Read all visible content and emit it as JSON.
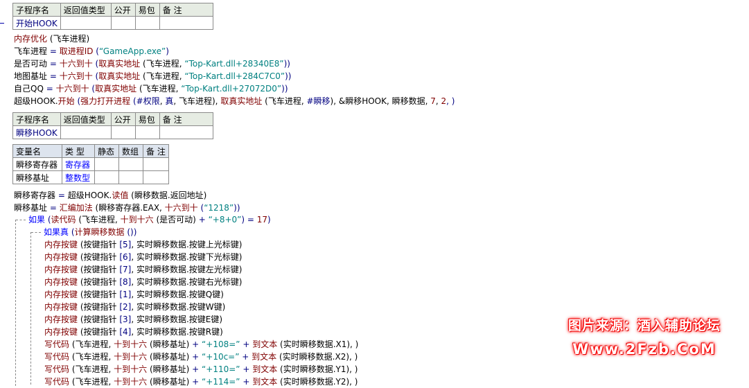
{
  "sub1": {
    "headers": [
      "子程序名",
      "返回值类型",
      "公开",
      "易包",
      "备 注"
    ],
    "name": "开始HOOK"
  },
  "sub2": {
    "headers": [
      "子程序名",
      "返回值类型",
      "公开",
      "易包",
      "备 注"
    ],
    "name": "瞬移HOOK"
  },
  "vars": {
    "headers": [
      "变量名",
      "类 型",
      "静态",
      "数组",
      "备 注"
    ],
    "rows": [
      {
        "name": "瞬移寄存器",
        "type": "寄存器"
      },
      {
        "name": "瞬移基址",
        "type": "整数型"
      }
    ]
  },
  "code1": [
    [
      [
        "内存优化",
        "k"
      ],
      [
        " (飞车进程)",
        "x"
      ]
    ],
    [
      [
        "飞车进程 ",
        "x"
      ],
      [
        "= ",
        "n"
      ],
      [
        "取进程ID",
        "k"
      ],
      [
        " (",
        "n"
      ],
      [
        "“GameApp.exe”",
        "s"
      ],
      [
        ")",
        "n"
      ]
    ],
    [
      [
        "是否可动 ",
        "x"
      ],
      [
        "= ",
        "n"
      ],
      [
        "十六到十",
        "k"
      ],
      [
        " (",
        "n"
      ],
      [
        "取真实地址",
        "k"
      ],
      [
        " (飞车进程, ",
        "x"
      ],
      [
        "“Top-Kart.dll+28340E8”",
        "s"
      ],
      [
        "))",
        "n"
      ]
    ],
    [
      [
        "地图基址 ",
        "x"
      ],
      [
        "= ",
        "n"
      ],
      [
        "十六到十",
        "k"
      ],
      [
        " (",
        "n"
      ],
      [
        "取真实地址",
        "k"
      ],
      [
        " (飞车进程, ",
        "x"
      ],
      [
        "“Top-Kart.dll+284C7C0”",
        "s"
      ],
      [
        "))",
        "n"
      ]
    ],
    [
      [
        "自己QQ ",
        "x"
      ],
      [
        "= ",
        "n"
      ],
      [
        "十六到十",
        "k"
      ],
      [
        " (",
        "n"
      ],
      [
        "取真实地址",
        "k"
      ],
      [
        " (飞车进程, ",
        "x"
      ],
      [
        "“Top-Kart.dll+27072D0”",
        "s"
      ],
      [
        "))",
        "n"
      ]
    ],
    [
      [
        "超级HOOK.",
        "x"
      ],
      [
        "开始",
        "k"
      ],
      [
        " (",
        "n"
      ],
      [
        "强力打开进程",
        "k"
      ],
      [
        " (",
        "n"
      ],
      [
        "#权限",
        "n"
      ],
      [
        ", ",
        "x"
      ],
      [
        "真",
        "n"
      ],
      [
        ", 飞车进程), ",
        "x"
      ],
      [
        "取真实地址",
        "k"
      ],
      [
        " (飞车进程, ",
        "x"
      ],
      [
        "#瞬移",
        "n"
      ],
      [
        "), &瞬移HOOK, 瞬移数据, ",
        "x"
      ],
      [
        "7",
        "k"
      ],
      [
        ", ",
        "x"
      ],
      [
        "2",
        "k"
      ],
      [
        ", )",
        "n"
      ]
    ]
  ],
  "code2": [
    [
      [
        "瞬移寄存器 ",
        "x"
      ],
      [
        "= ",
        "n"
      ],
      [
        "超级HOOK.",
        "x"
      ],
      [
        "读值",
        "k"
      ],
      [
        " (瞬移数据.返回地址)",
        "x"
      ]
    ],
    [
      [
        "瞬移基址 ",
        "x"
      ],
      [
        "= ",
        "n"
      ],
      [
        "汇编加法",
        "k"
      ],
      [
        " (瞬移寄存器.EAX, ",
        "x"
      ],
      [
        "十六到十",
        "k"
      ],
      [
        " (",
        "n"
      ],
      [
        "“1218”",
        "s"
      ],
      [
        "))",
        "n"
      ]
    ]
  ],
  "if1": [
    [
      "如果",
      "b"
    ],
    [
      " (",
      "n"
    ],
    [
      "读代码",
      "k"
    ],
    [
      " (飞车进程, ",
      "x"
    ],
    [
      "十到十六",
      "k"
    ],
    [
      " (是否可动) ",
      "x"
    ],
    [
      "+ ",
      "n"
    ],
    [
      "“+8+0”",
      "s"
    ],
    [
      ") = ",
      "n"
    ],
    [
      "17",
      "k"
    ],
    [
      ")",
      "n"
    ]
  ],
  "if2": [
    [
      "如果真",
      "b"
    ],
    [
      " (",
      "n"
    ],
    [
      "计算瞬移数据",
      "k"
    ],
    [
      " ())",
      "n"
    ]
  ],
  "body": [
    [
      [
        "内存按键",
        "k"
      ],
      [
        " (按键指针 ",
        "x"
      ],
      [
        "[5]",
        "n"
      ],
      [
        ", 实时瞬移数据.按键上光标键)",
        "x"
      ]
    ],
    [
      [
        "内存按键",
        "k"
      ],
      [
        " (按键指针 ",
        "x"
      ],
      [
        "[6]",
        "n"
      ],
      [
        ", 实时瞬移数据.按键下光标键)",
        "x"
      ]
    ],
    [
      [
        "内存按键",
        "k"
      ],
      [
        " (按键指针 ",
        "x"
      ],
      [
        "[7]",
        "n"
      ],
      [
        ", 实时瞬移数据.按键左光标键)",
        "x"
      ]
    ],
    [
      [
        "内存按键",
        "k"
      ],
      [
        " (按键指针 ",
        "x"
      ],
      [
        "[8]",
        "n"
      ],
      [
        ", 实时瞬移数据.按键右光标键)",
        "x"
      ]
    ],
    [
      [
        "内存按键",
        "k"
      ],
      [
        " (按键指针 ",
        "x"
      ],
      [
        "[1]",
        "n"
      ],
      [
        ", 实时瞬移数据.按键Q键)",
        "x"
      ]
    ],
    [
      [
        "内存按键",
        "k"
      ],
      [
        " (按键指针 ",
        "x"
      ],
      [
        "[2]",
        "n"
      ],
      [
        ", 实时瞬移数据.按键W键)",
        "x"
      ]
    ],
    [
      [
        "内存按键",
        "k"
      ],
      [
        " (按键指针 ",
        "x"
      ],
      [
        "[3]",
        "n"
      ],
      [
        ", 实时瞬移数据.按键E键)",
        "x"
      ]
    ],
    [
      [
        "内存按键",
        "k"
      ],
      [
        " (按键指针 ",
        "x"
      ],
      [
        "[4]",
        "n"
      ],
      [
        ", 实时瞬移数据.按键R键)",
        "x"
      ]
    ],
    [
      [
        "写代码",
        "k"
      ],
      [
        " (飞车进程, ",
        "x"
      ],
      [
        "十到十六",
        "k"
      ],
      [
        " (瞬移基址) ",
        "x"
      ],
      [
        "+ ",
        "n"
      ],
      [
        "“+108=”",
        "s"
      ],
      [
        " + ",
        "n"
      ],
      [
        "到文本",
        "k"
      ],
      [
        " (实时瞬移数据.X1), )",
        "x"
      ]
    ],
    [
      [
        "写代码",
        "k"
      ],
      [
        " (飞车进程, ",
        "x"
      ],
      [
        "十到十六",
        "k"
      ],
      [
        " (瞬移基址) ",
        "x"
      ],
      [
        "+ ",
        "n"
      ],
      [
        "“+10c=”",
        "s"
      ],
      [
        " + ",
        "n"
      ],
      [
        "到文本",
        "k"
      ],
      [
        " (实时瞬移数据.X2), )",
        "x"
      ]
    ],
    [
      [
        "写代码",
        "k"
      ],
      [
        " (飞车进程, ",
        "x"
      ],
      [
        "十到十六",
        "k"
      ],
      [
        " (瞬移基址) ",
        "x"
      ],
      [
        "+ ",
        "n"
      ],
      [
        "“+110=”",
        "s"
      ],
      [
        " + ",
        "n"
      ],
      [
        "到文本",
        "k"
      ],
      [
        " (实时瞬移数据.Y1), )",
        "x"
      ]
    ],
    [
      [
        "写代码",
        "k"
      ],
      [
        " (飞车进程, ",
        "x"
      ],
      [
        "十到十六",
        "k"
      ],
      [
        " (瞬移基址) ",
        "x"
      ],
      [
        "+ ",
        "n"
      ],
      [
        "“+114=”",
        "s"
      ],
      [
        " + ",
        "n"
      ],
      [
        "到文本",
        "k"
      ],
      [
        " (实时瞬移数据.Y2), )",
        "x"
      ]
    ]
  ],
  "watermark": {
    "line1": "图片来源：酒入辅助论坛",
    "line2": "Www.2Fzb.CoM",
    "color": "#ff0000"
  }
}
